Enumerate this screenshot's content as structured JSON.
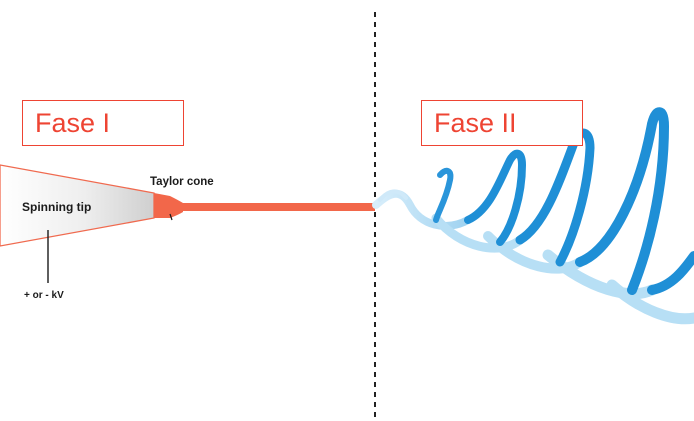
{
  "phases": {
    "phase_1": "Fase I",
    "phase_2": "Fase II"
  },
  "labels": {
    "spinning_tip": "Spinning tip",
    "taylor_cone": "Taylor cone",
    "voltage": "+ or - kV"
  },
  "colors": {
    "accent": "#ee4433",
    "jet": "#f2674a",
    "spiral_light": "#a9d8f2",
    "spiral_dark": "#1f8fd6",
    "divider": "#222222"
  }
}
